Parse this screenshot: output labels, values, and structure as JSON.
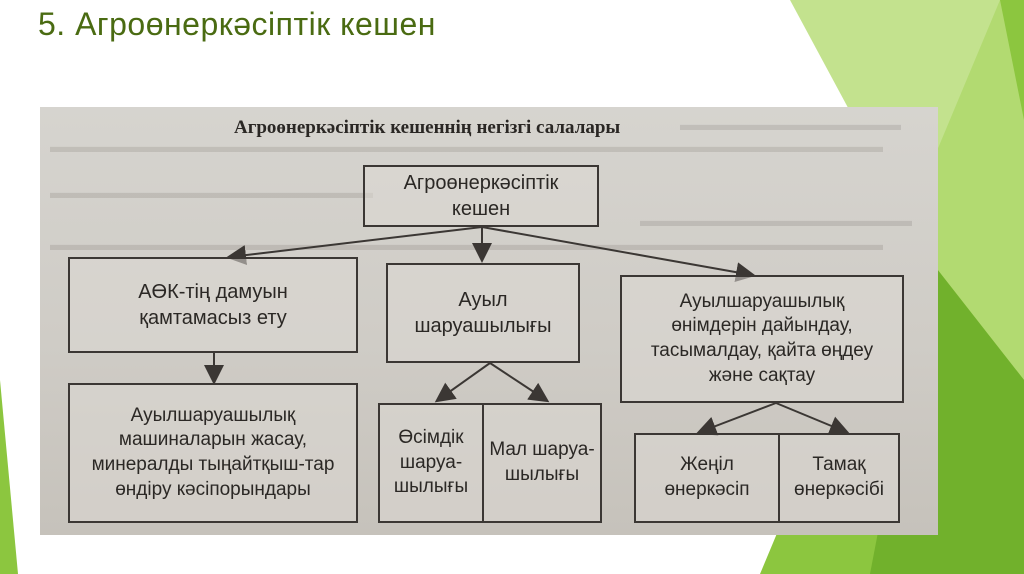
{
  "slide": {
    "title": "5. Агроөнеркәсіптік кешен"
  },
  "figure": {
    "heading": "Агроөнеркәсіптік кешеннің негізгі салалары",
    "root": "Агроөнеркәсіптік кешен",
    "level1": {
      "left": "АӨК-тің дамуын қамтамасыз ету",
      "center": "Ауыл шаруашылығы",
      "right": "Ауылшаруашылық өнімдерін дайындау, тасымалдау, қайта өңдеу және сақтау"
    },
    "level2": {
      "left": "Ауылшаруашылық машиналарын жасау, минералды тыңайтқыш-тар өндіру кәсіпорындары",
      "center_a": "Өсімдік шаруа-шылығы",
      "center_b": "Мал шаруа-шылығы",
      "right_a": "Жеңіл өнеркәсіп",
      "right_b": "Тамақ өнеркәсібі"
    }
  },
  "colors": {
    "title": "#4a6b12",
    "green_light": "#a8d04a",
    "green_mid": "#7fb82e",
    "green_dark": "#5a9a1e"
  }
}
